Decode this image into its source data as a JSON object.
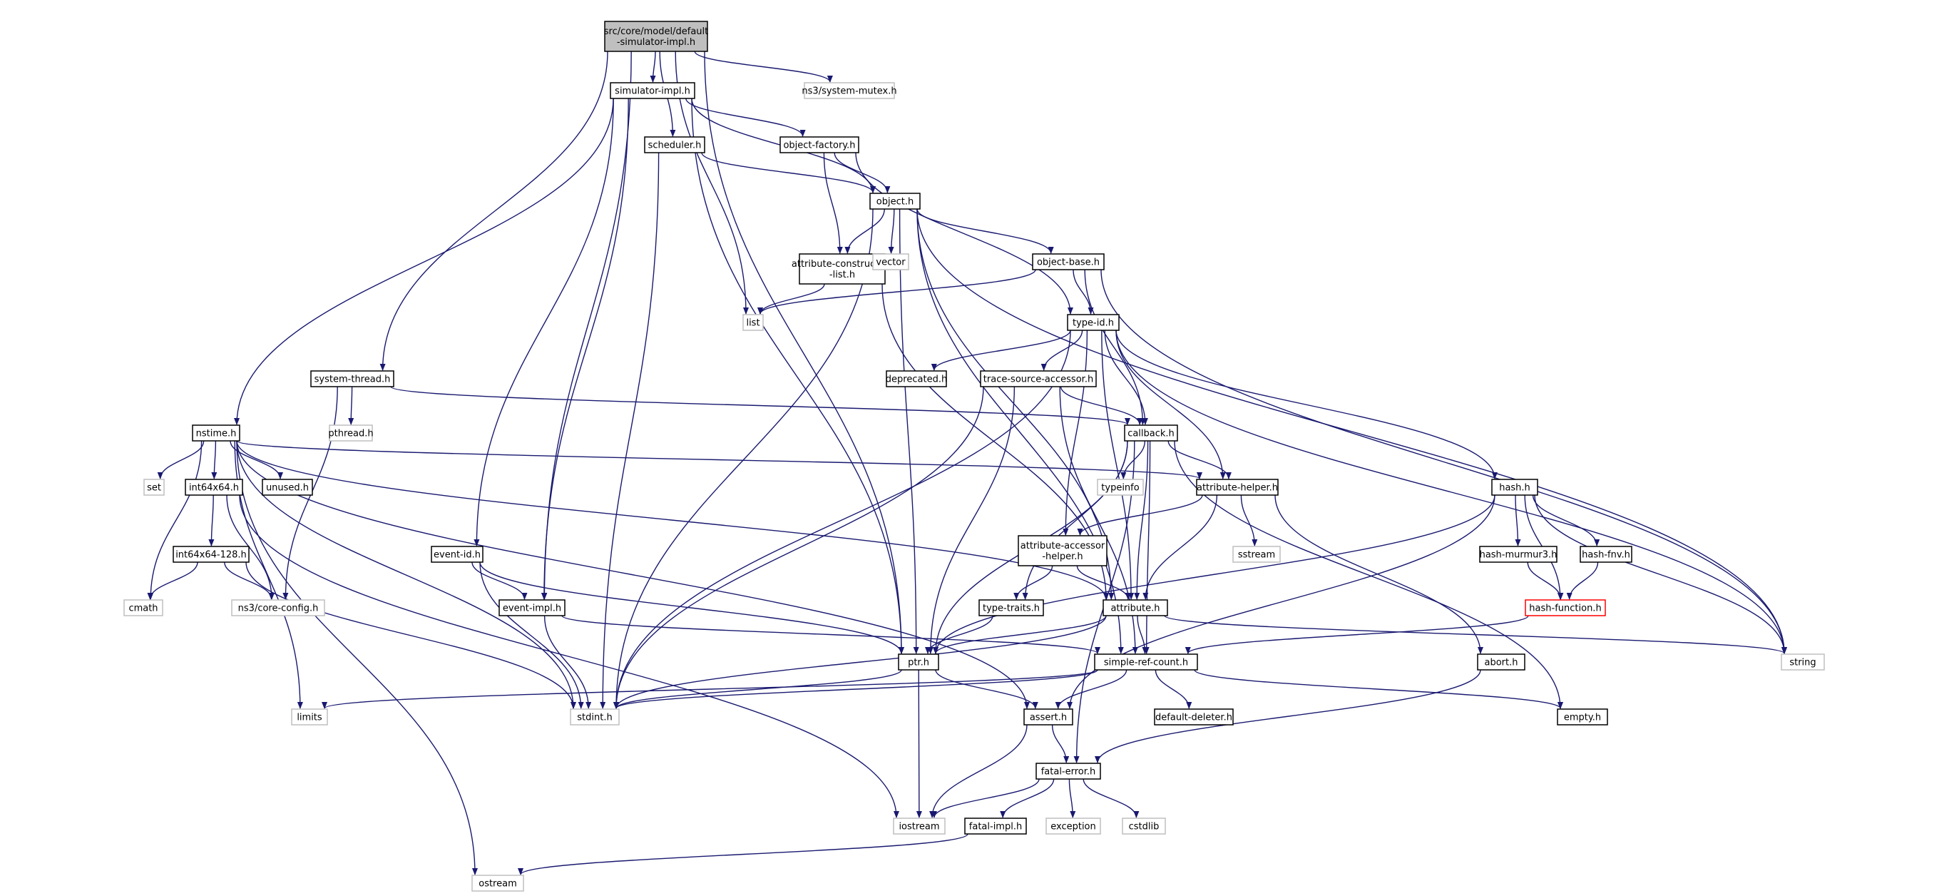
{
  "graph_title": "src/core/model/default-simulator-impl.h",
  "colors": {
    "edge": "#191970",
    "root_fill": "#bfbfbf",
    "root_border": "#000000",
    "header_border": "#000000",
    "system_border": "#bfbfbf",
    "incomplete_border": "#ff0000"
  },
  "nodes": [
    {
      "id": "root",
      "lines": [
        "src/core/model/default",
        "-simulator-impl.h"
      ],
      "kind": "root"
    },
    {
      "id": "simulator_impl",
      "lines": [
        "simulator-impl.h"
      ],
      "kind": "header"
    },
    {
      "id": "ns3_system_mutex",
      "lines": [
        "ns3/system-mutex.h"
      ],
      "kind": "system"
    },
    {
      "id": "scheduler",
      "lines": [
        "scheduler.h"
      ],
      "kind": "header"
    },
    {
      "id": "object_factory",
      "lines": [
        "object-factory.h"
      ],
      "kind": "header"
    },
    {
      "id": "object",
      "lines": [
        "object.h"
      ],
      "kind": "header"
    },
    {
      "id": "attr_construction_list",
      "lines": [
        "attribute-construction",
        "-list.h"
      ],
      "kind": "header"
    },
    {
      "id": "vector",
      "lines": [
        "vector"
      ],
      "kind": "system"
    },
    {
      "id": "object_base",
      "lines": [
        "object-base.h"
      ],
      "kind": "header"
    },
    {
      "id": "list",
      "lines": [
        "list"
      ],
      "kind": "system"
    },
    {
      "id": "type_id",
      "lines": [
        "type-id.h"
      ],
      "kind": "header"
    },
    {
      "id": "system_thread",
      "lines": [
        "system-thread.h"
      ],
      "kind": "header"
    },
    {
      "id": "pthread",
      "lines": [
        "pthread.h"
      ],
      "kind": "system"
    },
    {
      "id": "deprecated",
      "lines": [
        "deprecated.h"
      ],
      "kind": "header"
    },
    {
      "id": "trace_source_accessor",
      "lines": [
        "trace-source-accessor.h"
      ],
      "kind": "header"
    },
    {
      "id": "nstime",
      "lines": [
        "nstime.h"
      ],
      "kind": "header"
    },
    {
      "id": "callback",
      "lines": [
        "callback.h"
      ],
      "kind": "header"
    },
    {
      "id": "set",
      "lines": [
        "set"
      ],
      "kind": "system"
    },
    {
      "id": "int64x64",
      "lines": [
        "int64x64.h"
      ],
      "kind": "header"
    },
    {
      "id": "unused",
      "lines": [
        "unused.h"
      ],
      "kind": "header"
    },
    {
      "id": "typeinfo",
      "lines": [
        "typeinfo"
      ],
      "kind": "system"
    },
    {
      "id": "attribute_helper",
      "lines": [
        "attribute-helper.h"
      ],
      "kind": "header"
    },
    {
      "id": "hash",
      "lines": [
        "hash.h"
      ],
      "kind": "header"
    },
    {
      "id": "event_id",
      "lines": [
        "event-id.h"
      ],
      "kind": "header"
    },
    {
      "id": "int64x64_128",
      "lines": [
        "int64x64-128.h"
      ],
      "kind": "header"
    },
    {
      "id": "attr_accessor_helper",
      "lines": [
        "attribute-accessor",
        "-helper.h"
      ],
      "kind": "header"
    },
    {
      "id": "sstream",
      "lines": [
        "sstream"
      ],
      "kind": "system"
    },
    {
      "id": "hash_murmur3",
      "lines": [
        "hash-murmur3.h"
      ],
      "kind": "header"
    },
    {
      "id": "hash_fnv",
      "lines": [
        "hash-fnv.h"
      ],
      "kind": "header"
    },
    {
      "id": "cmath",
      "lines": [
        "cmath"
      ],
      "kind": "system"
    },
    {
      "id": "ns3_core_config",
      "lines": [
        "ns3/core-config.h"
      ],
      "kind": "system"
    },
    {
      "id": "event_impl",
      "lines": [
        "event-impl.h"
      ],
      "kind": "header"
    },
    {
      "id": "type_traits",
      "lines": [
        "type-traits.h"
      ],
      "kind": "header"
    },
    {
      "id": "attribute",
      "lines": [
        "attribute.h"
      ],
      "kind": "header"
    },
    {
      "id": "hash_function",
      "lines": [
        "hash-function.h"
      ],
      "kind": "incomplete"
    },
    {
      "id": "ptr",
      "lines": [
        "ptr.h"
      ],
      "kind": "header"
    },
    {
      "id": "simple_ref_count",
      "lines": [
        "simple-ref-count.h"
      ],
      "kind": "header"
    },
    {
      "id": "abort",
      "lines": [
        "abort.h"
      ],
      "kind": "header"
    },
    {
      "id": "string",
      "lines": [
        "string"
      ],
      "kind": "system"
    },
    {
      "id": "limits",
      "lines": [
        "limits"
      ],
      "kind": "system"
    },
    {
      "id": "stdint",
      "lines": [
        "stdint.h"
      ],
      "kind": "system"
    },
    {
      "id": "assert",
      "lines": [
        "assert.h"
      ],
      "kind": "header"
    },
    {
      "id": "default_deleter",
      "lines": [
        "default-deleter.h"
      ],
      "kind": "header"
    },
    {
      "id": "empty",
      "lines": [
        "empty.h"
      ],
      "kind": "header"
    },
    {
      "id": "fatal_error",
      "lines": [
        "fatal-error.h"
      ],
      "kind": "header"
    },
    {
      "id": "iostream",
      "lines": [
        "iostream"
      ],
      "kind": "system"
    },
    {
      "id": "fatal_impl",
      "lines": [
        "fatal-impl.h"
      ],
      "kind": "header"
    },
    {
      "id": "exception",
      "lines": [
        "exception"
      ],
      "kind": "system"
    },
    {
      "id": "cstdlib",
      "lines": [
        "cstdlib"
      ],
      "kind": "system"
    },
    {
      "id": "ostream",
      "lines": [
        "ostream"
      ],
      "kind": "system"
    }
  ],
  "edges": [
    [
      "root",
      "simulator_impl"
    ],
    [
      "root",
      "ns3_system_mutex"
    ],
    [
      "root",
      "scheduler"
    ],
    [
      "root",
      "list"
    ],
    [
      "root",
      "system_thread"
    ],
    [
      "root",
      "event_impl"
    ],
    [
      "root",
      "ptr"
    ],
    [
      "simulator_impl",
      "object_factory"
    ],
    [
      "simulator_impl",
      "object"
    ],
    [
      "simulator_impl",
      "nstime"
    ],
    [
      "simulator_impl",
      "event_id"
    ],
    [
      "simulator_impl",
      "event_impl"
    ],
    [
      "simulator_impl",
      "ptr"
    ],
    [
      "scheduler",
      "object"
    ],
    [
      "scheduler",
      "stdint"
    ],
    [
      "object_factory",
      "object"
    ],
    [
      "object_factory",
      "attr_construction_list"
    ],
    [
      "object_factory",
      "type_id"
    ],
    [
      "object",
      "attr_construction_list"
    ],
    [
      "object",
      "vector"
    ],
    [
      "object",
      "object_base"
    ],
    [
      "object",
      "ptr"
    ],
    [
      "object",
      "stdint"
    ],
    [
      "object",
      "attribute"
    ],
    [
      "object",
      "simple_ref_count"
    ],
    [
      "object",
      "string"
    ],
    [
      "attr_construction_list",
      "list"
    ],
    [
      "attr_construction_list",
      "attribute"
    ],
    [
      "object_base",
      "list"
    ],
    [
      "object_base",
      "type_id"
    ],
    [
      "object_base",
      "callback"
    ],
    [
      "object_base",
      "string"
    ],
    [
      "type_id",
      "deprecated"
    ],
    [
      "type_id",
      "trace_source_accessor"
    ],
    [
      "type_id",
      "callback"
    ],
    [
      "type_id",
      "attr_accessor_helper"
    ],
    [
      "type_id",
      "attribute_helper"
    ],
    [
      "type_id",
      "attribute"
    ],
    [
      "type_id",
      "hash"
    ],
    [
      "type_id",
      "stdint"
    ],
    [
      "type_id",
      "string"
    ],
    [
      "system_thread",
      "pthread"
    ],
    [
      "system_thread",
      "callback"
    ],
    [
      "system_thread",
      "ns3_core_config"
    ],
    [
      "trace_source_accessor",
      "callback"
    ],
    [
      "trace_source_accessor",
      "ptr"
    ],
    [
      "trace_source_accessor",
      "simple_ref_count"
    ],
    [
      "trace_source_accessor",
      "stdint"
    ],
    [
      "nstime",
      "set"
    ],
    [
      "nstime",
      "int64x64"
    ],
    [
      "nstime",
      "unused"
    ],
    [
      "nstime",
      "attribute_helper"
    ],
    [
      "nstime",
      "attribute"
    ],
    [
      "nstime",
      "cmath"
    ],
    [
      "nstime",
      "limits"
    ],
    [
      "nstime",
      "stdint"
    ],
    [
      "nstime",
      "assert"
    ],
    [
      "nstime",
      "ostream"
    ],
    [
      "callback",
      "typeinfo"
    ],
    [
      "callback",
      "attribute_helper"
    ],
    [
      "callback",
      "type_traits"
    ],
    [
      "callback",
      "attribute"
    ],
    [
      "callback",
      "ptr"
    ],
    [
      "callback",
      "simple_ref_count"
    ],
    [
      "callback",
      "empty"
    ],
    [
      "callback",
      "fatal_error"
    ],
    [
      "int64x64",
      "int64x64_128"
    ],
    [
      "int64x64",
      "ns3_core_config"
    ],
    [
      "int64x64",
      "iostream"
    ],
    [
      "attribute_helper",
      "attr_accessor_helper"
    ],
    [
      "attribute_helper",
      "sstream"
    ],
    [
      "attribute_helper",
      "abort"
    ],
    [
      "attribute_helper",
      "attribute"
    ],
    [
      "hash",
      "hash_murmur3"
    ],
    [
      "hash",
      "hash_fnv"
    ],
    [
      "hash",
      "hash_function"
    ],
    [
      "hash",
      "ptr"
    ],
    [
      "hash",
      "assert"
    ],
    [
      "hash",
      "string"
    ],
    [
      "event_id",
      "event_impl"
    ],
    [
      "event_id",
      "ptr"
    ],
    [
      "event_id",
      "stdint"
    ],
    [
      "int64x64_128",
      "cmath"
    ],
    [
      "int64x64_128",
      "ns3_core_config"
    ],
    [
      "int64x64_128",
      "stdint"
    ],
    [
      "attr_accessor_helper",
      "type_traits"
    ],
    [
      "attr_accessor_helper",
      "attribute"
    ],
    [
      "hash_murmur3",
      "hash_function"
    ],
    [
      "hash_fnv",
      "hash_function"
    ],
    [
      "event_impl",
      "simple_ref_count"
    ],
    [
      "event_impl",
      "stdint"
    ],
    [
      "type_traits",
      "ptr"
    ],
    [
      "attribute",
      "ptr"
    ],
    [
      "attribute",
      "simple_ref_count"
    ],
    [
      "attribute",
      "string"
    ],
    [
      "attribute",
      "stdint"
    ],
    [
      "hash_function",
      "simple_ref_count"
    ],
    [
      "ptr",
      "assert"
    ],
    [
      "ptr",
      "iostream"
    ],
    [
      "ptr",
      "stdint"
    ],
    [
      "simple_ref_count",
      "assert"
    ],
    [
      "simple_ref_count",
      "default_deleter"
    ],
    [
      "simple_ref_count",
      "empty"
    ],
    [
      "simple_ref_count",
      "limits"
    ],
    [
      "simple_ref_count",
      "stdint"
    ],
    [
      "abort",
      "fatal_error"
    ],
    [
      "assert",
      "fatal_error"
    ],
    [
      "assert",
      "iostream"
    ],
    [
      "fatal_error",
      "iostream"
    ],
    [
      "fatal_error",
      "fatal_impl"
    ],
    [
      "fatal_error",
      "exception"
    ],
    [
      "fatal_error",
      "cstdlib"
    ],
    [
      "fatal_impl",
      "ostream"
    ]
  ]
}
